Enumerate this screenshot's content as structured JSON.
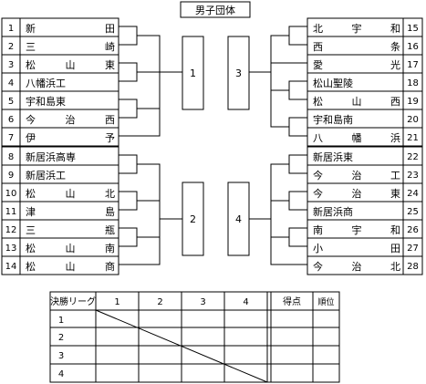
{
  "title": "男子団体",
  "left_teams": [
    {
      "seed": "1",
      "name": "新田"
    },
    {
      "seed": "2",
      "name": "三崎"
    },
    {
      "seed": "3",
      "name": "松山東"
    },
    {
      "seed": "4",
      "name": "八幡浜工"
    },
    {
      "seed": "5",
      "name": "宇和島東"
    },
    {
      "seed": "6",
      "name": "今治西"
    },
    {
      "seed": "7",
      "name": "伊予"
    },
    {
      "seed": "8",
      "name": "新居浜高専"
    },
    {
      "seed": "9",
      "name": "新居浜工"
    },
    {
      "seed": "10",
      "name": "松山北"
    },
    {
      "seed": "11",
      "name": "津島"
    },
    {
      "seed": "12",
      "name": "三瓶"
    },
    {
      "seed": "13",
      "name": "松山南"
    },
    {
      "seed": "14",
      "name": "松山商"
    }
  ],
  "right_teams": [
    {
      "seed": "15",
      "name": "北宇和"
    },
    {
      "seed": "16",
      "name": "西条"
    },
    {
      "seed": "17",
      "name": "愛光"
    },
    {
      "seed": "18",
      "name": "松山聖陵"
    },
    {
      "seed": "19",
      "name": "松山西"
    },
    {
      "seed": "20",
      "name": "宇和島南"
    },
    {
      "seed": "21",
      "name": "八幡浜"
    },
    {
      "seed": "22",
      "name": "新居浜東"
    },
    {
      "seed": "23",
      "name": "今治工"
    },
    {
      "seed": "24",
      "name": "今治東"
    },
    {
      "seed": "25",
      "name": "新居浜商"
    },
    {
      "seed": "26",
      "name": "南宇和"
    },
    {
      "seed": "27",
      "name": "小田"
    },
    {
      "seed": "28",
      "name": "今治北"
    }
  ],
  "blocks": [
    "1",
    "3",
    "2",
    "4"
  ],
  "final_league": {
    "header": "決勝リーグ",
    "columns": [
      "1",
      "2",
      "3",
      "4"
    ],
    "points_header": "得点",
    "rank_header": "順位",
    "rows": [
      "1",
      "2",
      "3",
      "4"
    ]
  }
}
